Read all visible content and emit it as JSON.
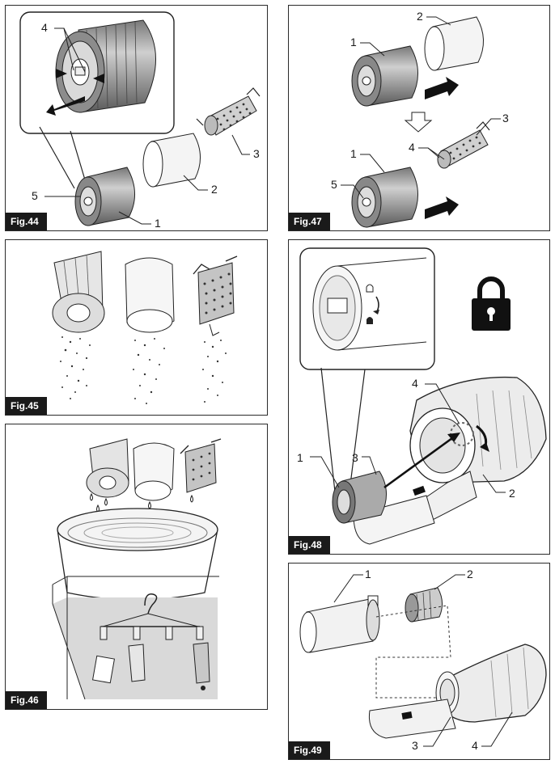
{
  "figures": [
    {
      "label": "Fig.44",
      "callouts": [
        "1",
        "2",
        "3",
        "4",
        "5"
      ]
    },
    {
      "label": "Fig.45",
      "callouts": []
    },
    {
      "label": "Fig.46",
      "callouts": []
    },
    {
      "label": "Fig.47",
      "callouts": [
        "1",
        "2",
        "1",
        "3",
        "4",
        "5"
      ]
    },
    {
      "label": "Fig.48",
      "callouts": [
        "1",
        "2",
        "3",
        "4"
      ],
      "icon": "padlock-icon"
    },
    {
      "label": "Fig.49",
      "callouts": [
        "1",
        "2",
        "3",
        "4"
      ]
    }
  ]
}
